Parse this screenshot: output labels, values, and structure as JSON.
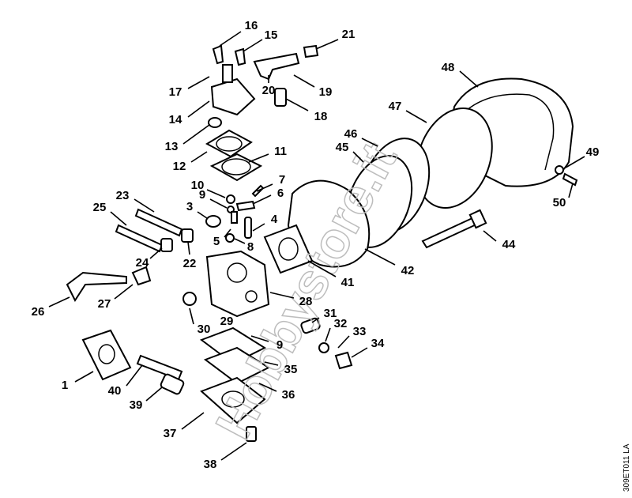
{
  "diagram": {
    "part_labels": [
      "16",
      "15",
      "21",
      "17",
      "20",
      "19",
      "14",
      "18",
      "13",
      "12",
      "11",
      "10",
      "7",
      "9",
      "6",
      "3",
      "4",
      "23",
      "25",
      "5",
      "8",
      "22",
      "24",
      "41",
      "42",
      "44",
      "28",
      "26",
      "27",
      "31",
      "32",
      "30",
      "29",
      "33",
      "9",
      "34",
      "1",
      "40",
      "35",
      "39",
      "36",
      "37",
      "38",
      "48",
      "47",
      "46",
      "45",
      "49",
      "50"
    ],
    "drawing_code": "309ET011 LA",
    "watermark": "Hobbystore.it"
  }
}
